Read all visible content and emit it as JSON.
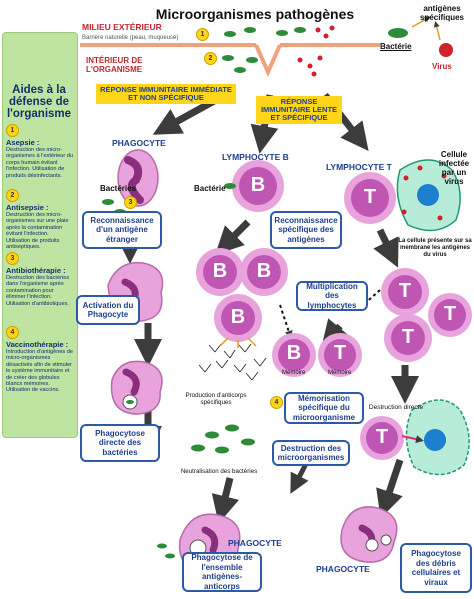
{
  "title": "Microorganismes pathogènes",
  "milieu_exterieur": "MILIEU EXTÉRIEUR",
  "barriere": "Barrière naturelle (peau, muqueuse)",
  "interieur": [
    "INTÉRIEUR DE",
    "L'ORGANISME"
  ],
  "antigenes_label": [
    "antigènes",
    "spécifiques"
  ],
  "bacterie_top": "Bactérie",
  "virus_top": "Virus",
  "sidebar": {
    "title": "Aides à la défense de l'organisme",
    "items": [
      {
        "num": "1",
        "head": "Asepsie :",
        "text": "Destruction des micro-organismes à l'extérieur du corps humain évitant l'infection. Utilisation de produits désinfectants."
      },
      {
        "num": "2",
        "head": "Antisepsie :",
        "text": "Destruction des micro-organismes sur une plaie après la contamination évitant l'infection. Utilisation de produits antiseptiques."
      },
      {
        "num": "3",
        "head": "Antibiothérapie :",
        "text": "Destruction des bactéries dans l'organisme après contamination pour éliminer l'infection. Utilisation d'antibiotiques."
      },
      {
        "num": "4",
        "head": "Vaccinothérapie :",
        "text": "Introduction d'antigènes de micro-organismes désactivés afin de stimuler le système immunitaire et de créer des globules blancs mémoires. Utilisation de vaccins."
      }
    ]
  },
  "banner_left": "RÉPONSE IMMUNITAIRE IMMÉDIATE ET NON SPÉCIFIQUE",
  "banner_right": "RÉPONSE IMMUNITAIRE LENTE ET SPÉCIFIQUE",
  "phagocyte_label": "PHAGOCYTE",
  "bacteries_label": "Bactéries",
  "lymphocyte_b_label": "LYMPHOCYTE B",
  "bacterie_b_label": "Bactérie",
  "lymphocyte_t_label": "LYMPHOCYTE T",
  "cellule_infectee": [
    "Cellule",
    "infectée",
    "par un",
    "virus"
  ],
  "cellule_presente": "La cellule présente sur sa membrane les antigènes du virus",
  "box_reconnaissance_antigene": "Reconnaissance d'un antigène étranger",
  "box_reconnaissance_specifique": "Reconnaissance spécifique des antigènes",
  "box_multiplication": "Multiplication des lymphocytes",
  "box_activation": "Activation du Phagocyte",
  "box_memorisation": "Mémorisation spécifique du microorganisme",
  "box_phagocytose_directe": "Phagocytose directe des bactéries",
  "box_destruction_micro": "Destruction des microorganismes",
  "box_phagocytose_ensemble": "Phagocytose de l'ensemble antigènes-anticorps",
  "box_phagocytose_debris": "Phagocytose des débris cellulaires et viraux",
  "production_anticorps": "Production d'anticorps spécifiques",
  "neutralisation": "Neutralisation des bactéries",
  "destruction_directe": "Destruction directe",
  "memoire": "Mémoire",
  "letter_b": "B",
  "letter_t": "T",
  "num4": "4",
  "phagocyte_bottom": "PHAGOCYTE",
  "phagocyte_bottom_right": "PHAGOCYTE",
  "colors": {
    "phagocyte": "#e9a3dc",
    "lymph": "#c056b4",
    "sidebar": "#bfe3a0",
    "box_border": "#2c5aa6",
    "banner": "#ffd51a",
    "arrow": "#3c3c3c",
    "barrier": "#f0a07a"
  }
}
